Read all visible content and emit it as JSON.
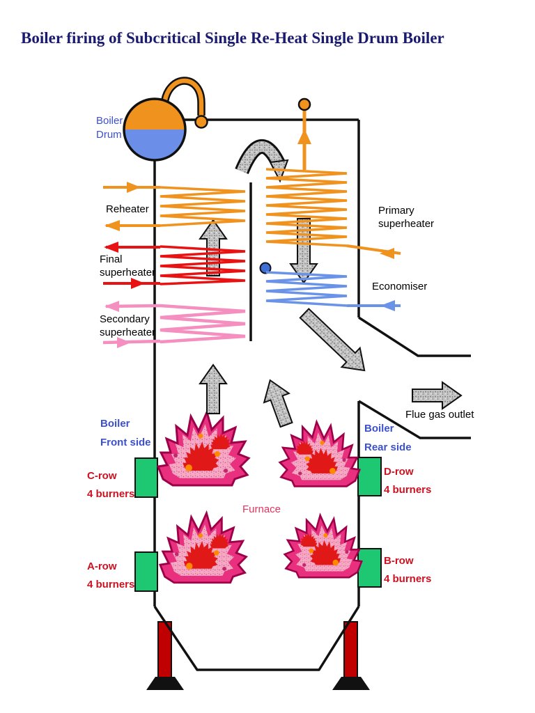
{
  "title": "Boiler firing of Subcritical Single Re-Heat Single Drum Boiler",
  "drum": {
    "line1": "Boiler",
    "line2": "Drum"
  },
  "heat_exchangers": {
    "reheater": "Reheater",
    "final_superheater": {
      "line1": "Final",
      "line2": "superheater"
    },
    "secondary_superheater": {
      "line1": "Secondary",
      "line2": "superheater"
    },
    "primary_superheater": {
      "line1": "Primary",
      "line2": "superheater"
    },
    "economiser": "Economiser"
  },
  "furnace_label": "Furnace",
  "flue_gas_outlet": "Flue gas outlet",
  "sides": {
    "front": {
      "line1": "Boiler",
      "line2": "Front side"
    },
    "rear": {
      "line1": "Boiler",
      "line2": "Rear side"
    }
  },
  "burners": {
    "c": {
      "row": "C-row",
      "count": "4 burners"
    },
    "a": {
      "row": "A-row",
      "count": "4 burners"
    },
    "d": {
      "row": "D-row",
      "count": "4 burners"
    },
    "b": {
      "row": "B-row",
      "count": "4 burners"
    }
  },
  "colors": {
    "title_text": "#1a1a6e",
    "blue_label": "#3c50cc",
    "red_label": "#cc1122",
    "orange": "#f0921e",
    "red_coil": "#e81212",
    "pink_coil": "#f48fc0",
    "blue_coil": "#6a93e8",
    "green_burner": "#1ec873",
    "flame_pink": "#e8307e",
    "leg_red": "#c00000",
    "arrow_gray": "#c6c6c6"
  }
}
